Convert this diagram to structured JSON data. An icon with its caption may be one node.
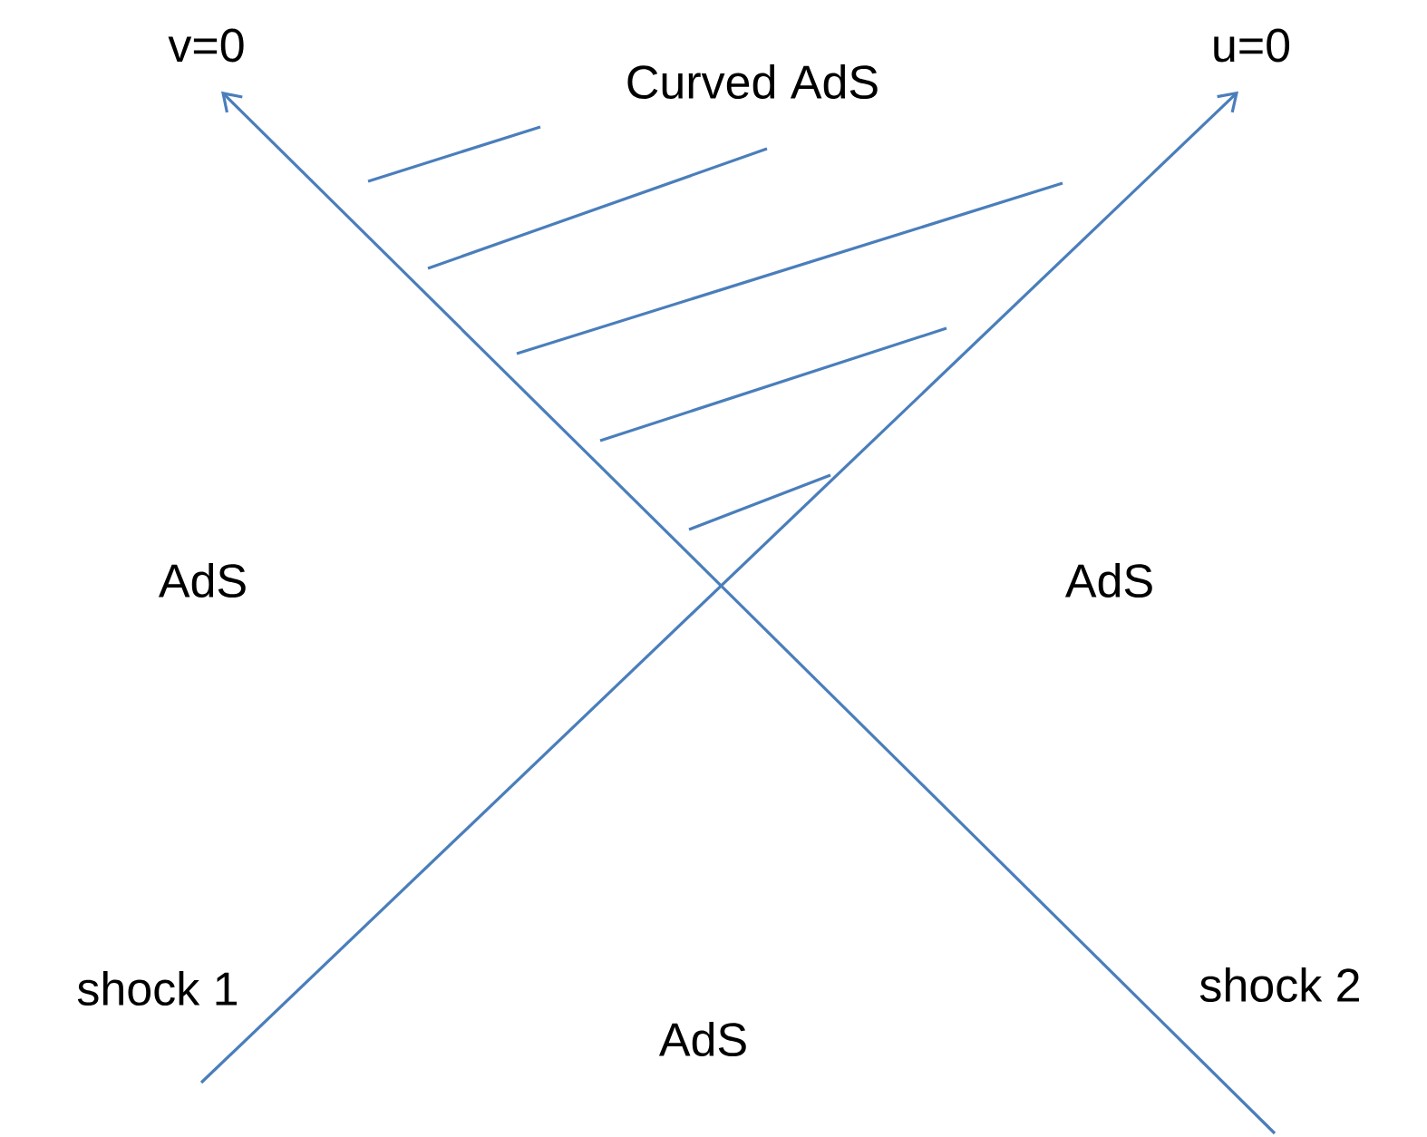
{
  "diagram": {
    "nodes": [
      {
        "text": [
          "v=0"
        ]
      },
      {
        "text": [
          "u=0"
        ]
      },
      {
        "text": [
          "shock 1"
        ]
      },
      {
        "text": [
          "shock 2"
        ]
      }
    ],
    "edges": [
      {
        "from": 2,
        "to": 1,
        "arrow": "to"
      },
      {
        "from": 3,
        "to": 0,
        "arrow": "to"
      }
    ],
    "labels": [
      "Curved AdS",
      "AdS",
      "AdS",
      "AdS"
    ]
  }
}
